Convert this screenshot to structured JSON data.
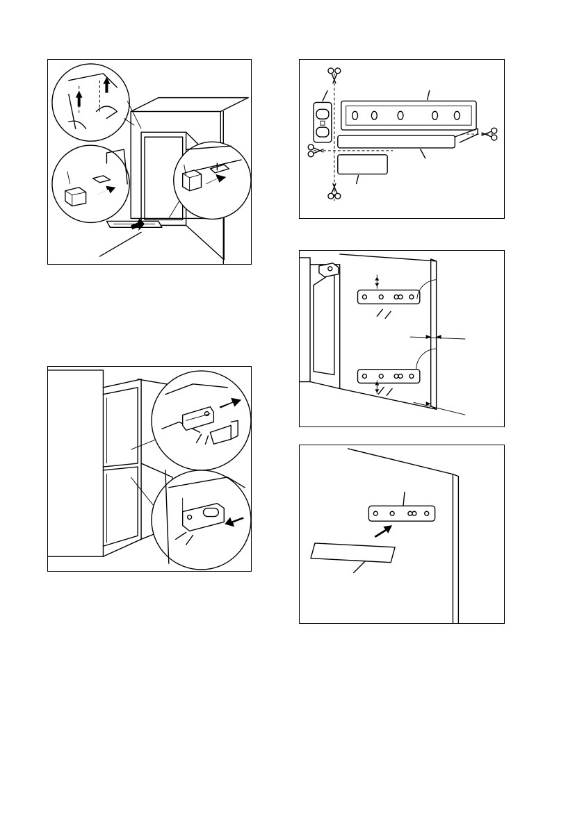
{
  "page": {
    "background": "#ffffff",
    "line_color": "#000000"
  },
  "figures": [
    {
      "id": "fig-plinth-cover",
      "icons": [
        "door-pin-icon",
        "cover-cap-icon",
        "arrow-icon",
        "plinth-strip-icon"
      ]
    },
    {
      "id": "fig-cut-parts",
      "icons": [
        "scissors-icon",
        "hinge-cover-icon",
        "strip-icon"
      ]
    },
    {
      "id": "fig-door-brackets",
      "icons": [
        "bracket-icon",
        "screw-icon",
        "dimension-arrow-icon"
      ]
    },
    {
      "id": "fig-bracket-install",
      "icons": [
        "bracket-icon",
        "screw-icon",
        "arrow-icon"
      ]
    },
    {
      "id": "fig-bracket-cover",
      "icons": [
        "bracket-icon",
        "cover-strip-icon",
        "arrow-icon"
      ]
    }
  ]
}
